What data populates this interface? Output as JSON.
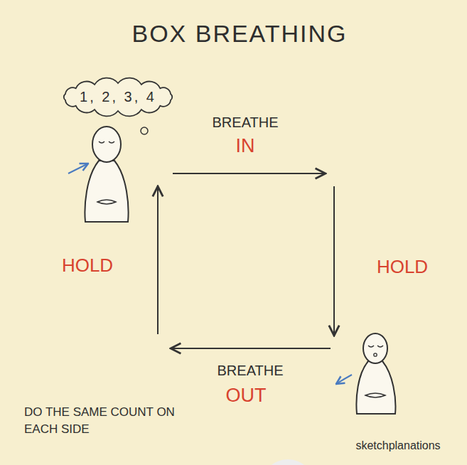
{
  "diagram": {
    "title": "BOX BREATHING",
    "nodes": [
      {
        "text": [
          "1, 2, 3, 4"
        ]
      }
    ],
    "labels": [
      "BREATHE",
      "IN",
      "HOLD",
      "HOLD",
      "BREATHE",
      "OUT",
      "DO THE SAME COUNT ON EACH SIDE",
      "sketchplanations"
    ]
  }
}
